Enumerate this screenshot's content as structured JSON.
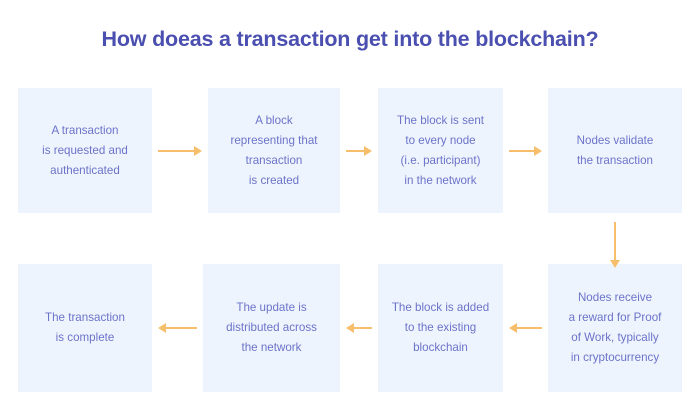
{
  "title": "How doeas a transaction get into the blockchain?",
  "colors": {
    "title_text": "#4a4fb0",
    "node_fill": "#eef4fd",
    "node_text": "#6b73c9",
    "arrow": "#f7bf6c",
    "background": "#ffffff"
  },
  "nodes": [
    {
      "id": "step-1",
      "text": "A transaction\nis requested and\nauthenticated"
    },
    {
      "id": "step-2",
      "text": "A block\nrepresenting that\ntransaction\nis created"
    },
    {
      "id": "step-3",
      "text": "The block is sent\nto every node\n(i.e. participant)\nin the network"
    },
    {
      "id": "step-4",
      "text": "Nodes validate\nthe transaction"
    },
    {
      "id": "step-5",
      "text": "Nodes receive\na reward for Proof\nof Work, typically\nin cryptocurrency"
    },
    {
      "id": "step-6",
      "text": "The block is added\nto the existing\nblockchain"
    },
    {
      "id": "step-7",
      "text": "The update is\ndistributed across\nthe network"
    },
    {
      "id": "step-8",
      "text": "The transaction\nis complete"
    }
  ],
  "arrows": [
    {
      "id": "arrow-1-to-2",
      "direction": "right"
    },
    {
      "id": "arrow-2-to-3",
      "direction": "right"
    },
    {
      "id": "arrow-3-to-4",
      "direction": "right"
    },
    {
      "id": "arrow-4-to-5",
      "direction": "down"
    },
    {
      "id": "arrow-5-to-6",
      "direction": "left"
    },
    {
      "id": "arrow-6-to-7",
      "direction": "left"
    },
    {
      "id": "arrow-7-to-8",
      "direction": "left"
    }
  ]
}
